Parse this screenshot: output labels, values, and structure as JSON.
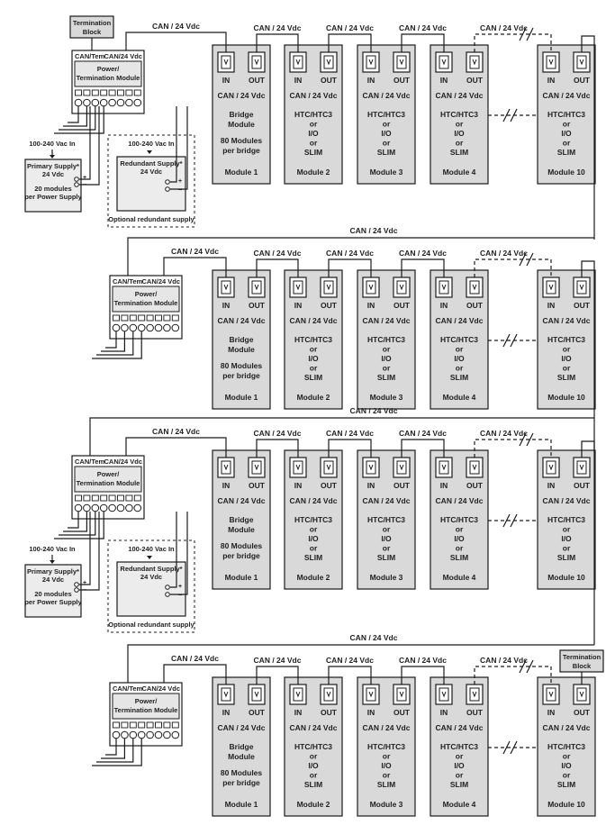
{
  "labels": {
    "can_line": "CAN / 24 Vdc",
    "termination_block_top": "Termination",
    "termination_block_bottom": "Block",
    "can_tem": "CAN/Tem",
    "can_24": "CAN/24 Vdc",
    "power_module_top": "Power/",
    "power_module_bottom": "Termination Module",
    "vac_in": "100-240 Vac In",
    "primary_supply_top": "Primary Supply*",
    "primary_supply_bottom": "24 Vdc",
    "primary_note_top": "20 modules",
    "primary_note_bottom": "per Power Supply",
    "redundant_top": "Redundant Supply*",
    "redundant_bottom": "24 Vdc",
    "optional_redundant": "Optional redundant supply",
    "plus": "+",
    "minus": "−",
    "port_in": "IN",
    "port_out": "OUT"
  },
  "bridge_module": {
    "lines": [
      "Bridge",
      "Module"
    ],
    "note": [
      "80 Modules",
      "per bridge"
    ],
    "name": "Module 1"
  },
  "io_modules": [
    {
      "lines": [
        "HTC/HTC3",
        "or",
        "I/O",
        "or",
        "SLIM"
      ],
      "name": "Module 2"
    },
    {
      "lines": [
        "HTC/HTC3",
        "or",
        "I/O",
        "or",
        "SLIM"
      ],
      "name": "Module 3"
    },
    {
      "lines": [
        "HTC/HTC3",
        "or",
        "I/O",
        "or",
        "SLIM"
      ],
      "name": "Module 4"
    },
    {
      "lines": [
        "HTC/HTC3",
        "or",
        "I/O",
        "or",
        "SLIM"
      ],
      "name": "Module 10"
    }
  ],
  "row_count": 4,
  "colors": {
    "module_fill": "#d9d9d9",
    "line": "#1a1a1a",
    "power_fill": "#e6e6e6"
  }
}
